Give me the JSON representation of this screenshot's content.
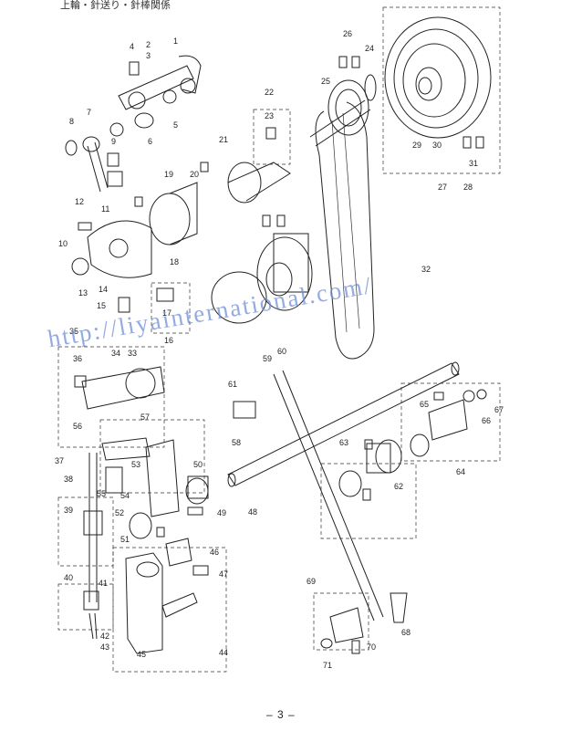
{
  "header": {
    "title": "上輪・針送り・針棒関係"
  },
  "footer": {
    "page_number": "– 3 –"
  },
  "watermark": {
    "text": "http://liyainternational.com/"
  },
  "callouts": [
    "1",
    "2",
    "3",
    "4",
    "5",
    "6",
    "7",
    "8",
    "9",
    "10",
    "11",
    "12",
    "13",
    "14",
    "15",
    "16",
    "17",
    "18",
    "19",
    "20",
    "21",
    "22",
    "23",
    "24",
    "25",
    "26",
    "27",
    "28",
    "29",
    "30",
    "31",
    "32",
    "33",
    "34",
    "35",
    "36",
    "37",
    "38",
    "39",
    "40",
    "41",
    "42",
    "43",
    "44",
    "45",
    "46",
    "47",
    "48",
    "49",
    "50",
    "51",
    "52",
    "53",
    "54",
    "55",
    "56",
    "57",
    "58",
    "59",
    "60",
    "61",
    "62",
    "63",
    "64",
    "65",
    "66",
    "67",
    "68",
    "69",
    "70",
    "71"
  ]
}
